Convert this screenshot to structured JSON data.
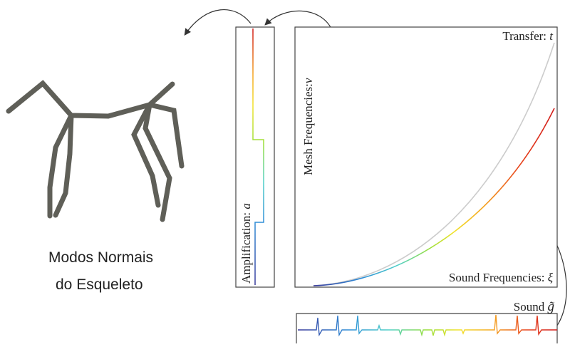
{
  "caption": {
    "line1": "Modos Normais",
    "line2": "do Esqueleto"
  },
  "amplification_panel": {
    "label": "Amplification: ",
    "symbol": "a"
  },
  "transfer_panel": {
    "transfer_label": "Transfer: ",
    "transfer_symbol": "t",
    "y_label": "Mesh Frequencies:",
    "y_symbol": "ν",
    "x_label": "Sound Frequencies: ",
    "x_symbol": "ξ"
  },
  "sound_panel": {
    "label": "Sound ",
    "symbol": "g̃"
  },
  "colors": {
    "skeleton": "#5f5f58",
    "frame": "#444444",
    "gray_curve": "#cccccc",
    "gradient": [
      "#3b3b9c",
      "#2f8fd8",
      "#4fd0c8",
      "#9adf3a",
      "#f2e22a",
      "#f5a623",
      "#e8451d",
      "#d11a1a"
    ]
  }
}
